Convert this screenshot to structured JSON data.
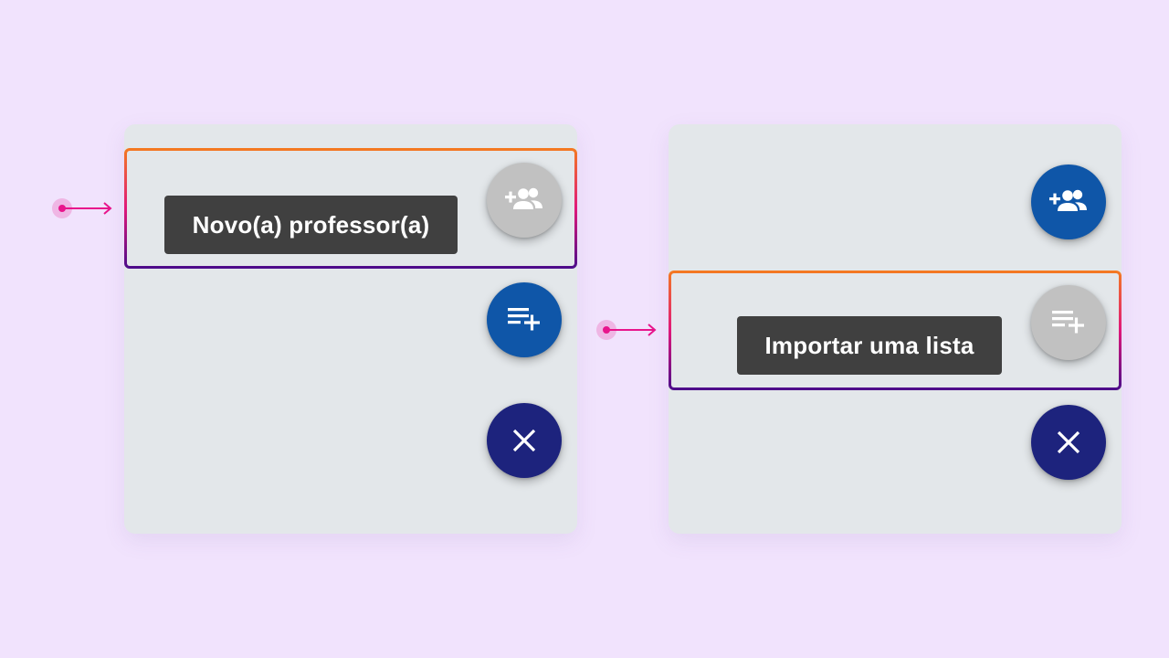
{
  "colors": {
    "background": "#f1e3fd",
    "panel": "#e3e7ea",
    "fab_primary": "#0f56a8",
    "fab_focused": "#c1c1c1",
    "fab_close": "#1d237d",
    "tooltip": "#404040",
    "highlight_gradient": [
      "#f47a20",
      "#e0187a",
      "#4b0c8a"
    ],
    "pointer": "#e8158c"
  },
  "left_panel": {
    "tooltip": "Novo(a) professor(a)",
    "focused_item": "add-teacher",
    "fabs": [
      {
        "icon": "group-add-icon",
        "state": "focused"
      },
      {
        "icon": "playlist-add-icon",
        "state": "default"
      },
      {
        "icon": "close-icon",
        "state": "default"
      }
    ]
  },
  "right_panel": {
    "tooltip": "Importar uma lista",
    "focused_item": "import-list",
    "fabs": [
      {
        "icon": "group-add-icon",
        "state": "default"
      },
      {
        "icon": "playlist-add-icon",
        "state": "focused"
      },
      {
        "icon": "close-icon",
        "state": "default"
      }
    ]
  }
}
